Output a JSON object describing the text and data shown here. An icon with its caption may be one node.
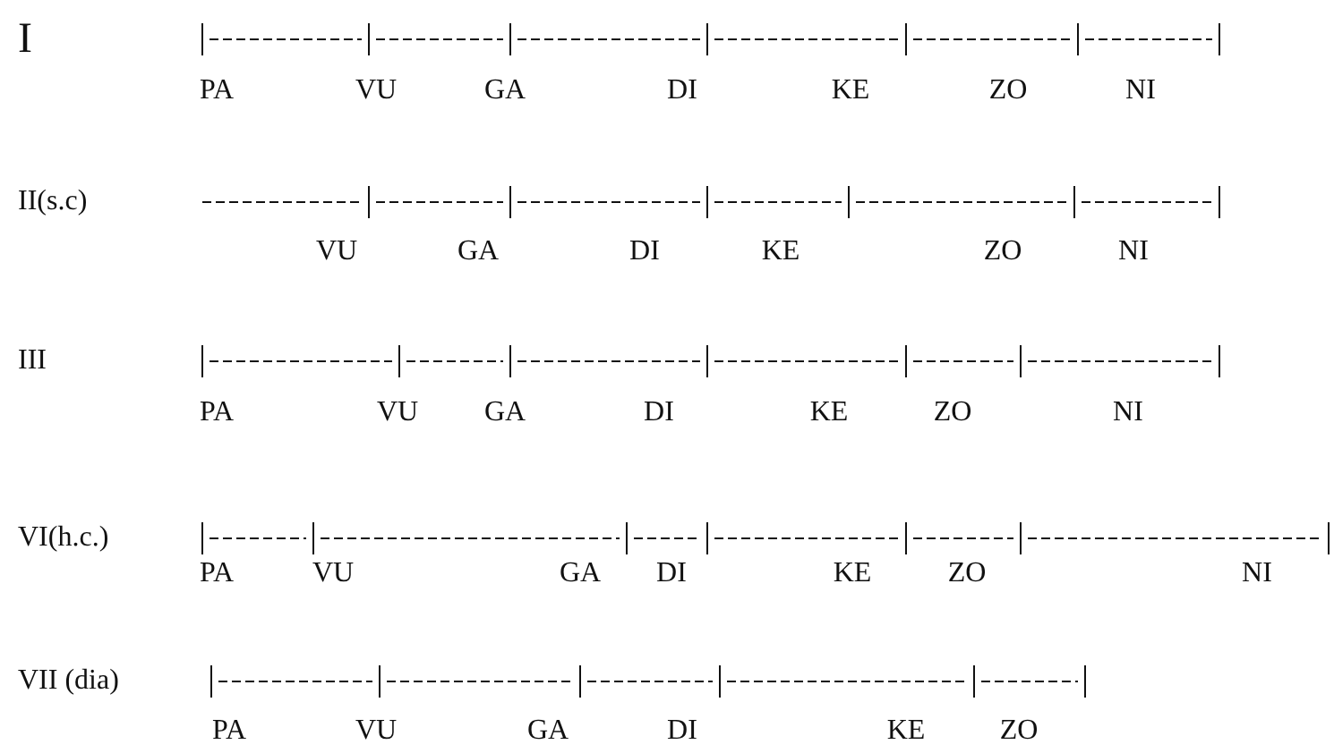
{
  "diagram": {
    "labels": [
      "I",
      "PA",
      "VU",
      "GA",
      "DI",
      "KE",
      "ZO",
      "NI",
      "II(s.c)",
      "VU",
      "GA",
      "DI",
      "KE",
      "ZO",
      "NI",
      "III",
      "PA",
      "VU",
      "GA",
      "DI",
      "KE",
      "ZO",
      "NI",
      "VI(h.c.)",
      "PA",
      "VU",
      "GA",
      "DI",
      "KE",
      "ZO",
      "NI",
      "VII (dia)",
      "PA",
      "VU",
      "GA",
      "DI",
      "KE",
      "ZO"
    ]
  }
}
